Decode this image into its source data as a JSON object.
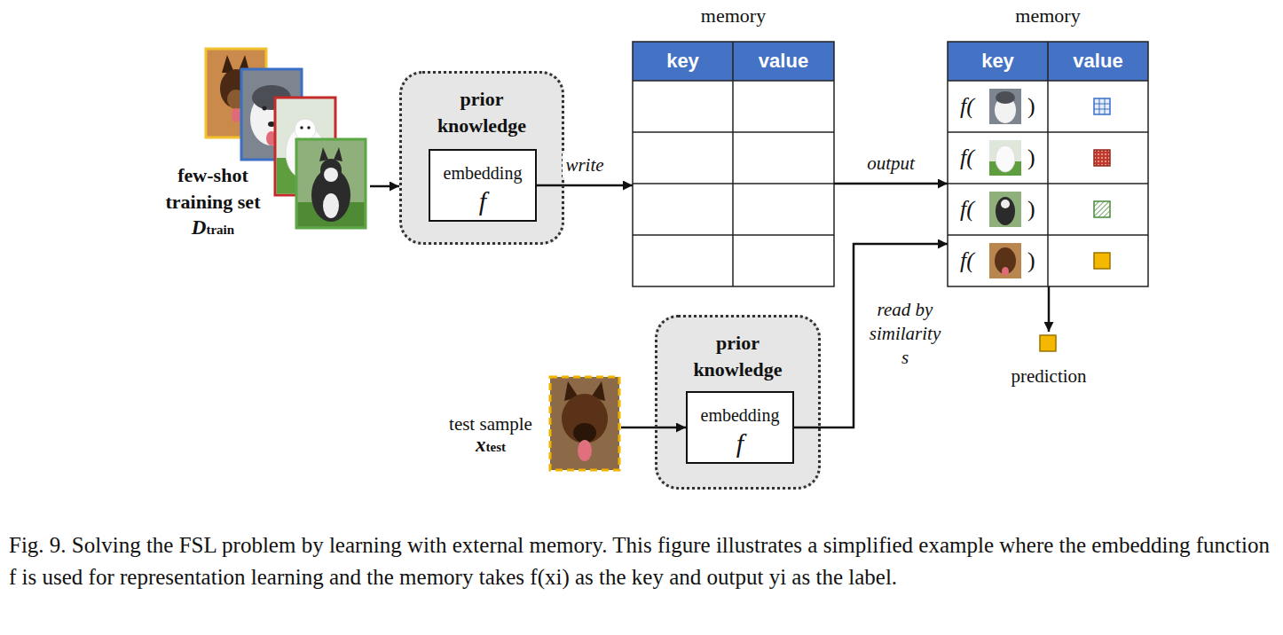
{
  "diagram": {
    "caption": "Fig. 9. Solving the FSL problem by learning with external memory. This figure illustrates a simplified example where the embedding function f is used for representation learning and the memory takes f(xi) as the key and output yi as the label.",
    "nodes": [
      {
        "text": [
          "few-shot training set",
          "Dtrain"
        ]
      },
      {
        "text": [
          "prior knowledge"
        ]
      },
      {
        "text": [
          "embedding",
          "f"
        ],
        "in": 1
      },
      {
        "text": [
          "memory",
          "key",
          "value"
        ]
      },
      {
        "text": [
          "memory",
          "key",
          "value",
          "f(",
          ")",
          "f(",
          ")",
          "f(",
          ")",
          "f(",
          ")"
        ]
      },
      {
        "text": [
          "prior knowledge"
        ]
      },
      {
        "text": [
          "embedding",
          "f"
        ],
        "in": 5
      },
      {
        "text": [
          "test sample",
          "xtest"
        ]
      },
      {
        "text": [
          "prediction"
        ]
      }
    ],
    "edges": [
      {
        "from": 0,
        "to": 1,
        "arrow": "to"
      },
      {
        "from": 2,
        "to": 3,
        "label": "write",
        "arrow": "to"
      },
      {
        "from": 3,
        "to": 4,
        "label": "output",
        "arrow": "to"
      },
      {
        "from": 7,
        "to": 6,
        "arrow": "to"
      },
      {
        "from": 6,
        "to": 4,
        "label": "read by similarity s",
        "arrow": "to"
      },
      {
        "from": 4,
        "to": 8,
        "arrow": "to"
      }
    ]
  }
}
